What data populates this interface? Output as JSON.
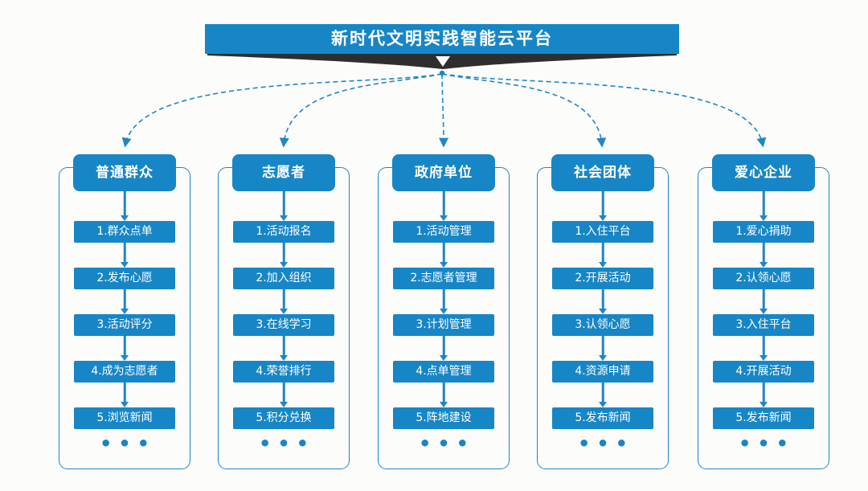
{
  "title": "新时代文明实践智能云平台",
  "ellipsis": "•••",
  "colors": {
    "primary_blue": "#1786C6",
    "connector_blue": "#1F86C5",
    "ribbon_dark": "#2E2E2E",
    "text_white": "#FFFFFF",
    "background": "#FCFCFB"
  },
  "columns": [
    {
      "title": "普通群众",
      "steps": [
        "1.群众点单",
        "2.发布心愿",
        "3.活动评分",
        "4.成为志愿者",
        "5.浏览新闻"
      ]
    },
    {
      "title": "志愿者",
      "steps": [
        "1.活动报名",
        "2.加入组织",
        "3.在线学习",
        "4.荣誉排行",
        "5.积分兑换"
      ]
    },
    {
      "title": "政府单位",
      "steps": [
        "1.活动管理",
        "2.志愿者管理",
        "3.计划管理",
        "4.点单管理",
        "5.阵地建设"
      ]
    },
    {
      "title": "社会团体",
      "steps": [
        "1.入住平台",
        "2.开展活动",
        "3.认领心愿",
        "4.资源申请",
        "5.发布新闻"
      ]
    },
    {
      "title": "爱心企业",
      "steps": [
        "1.爱心捐助",
        "2.认领心愿",
        "3.入住平台",
        "4.开展活动",
        "5.发布新闻"
      ]
    }
  ]
}
